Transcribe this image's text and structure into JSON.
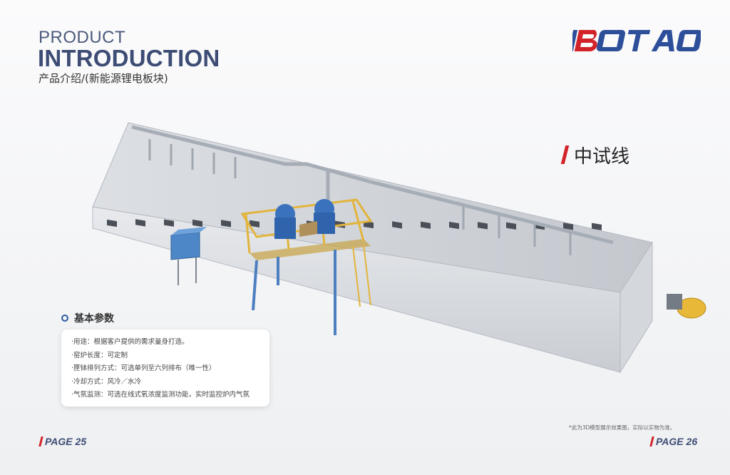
{
  "header": {
    "product": "PRODUCT",
    "introduction": "INTRODUCTION",
    "subtitle": "产品介绍/(新能源锂电板块)"
  },
  "brand": {
    "logo_text": "BOTAO",
    "colors": {
      "red": "#d2232a",
      "blue": "#2d4f9a"
    }
  },
  "section": {
    "title": "中试线"
  },
  "parameters": {
    "heading": "基本参数",
    "items": [
      "·用途：根据客户提供的需求量身打造。",
      "·窑炉长度：可定制",
      "·匣钵排列方式：可选单列至六列排布（唯一性）",
      "·冷却方式：风冷／水冷",
      "·气氛监测：可选在线式氧浓度监测功能，实时监控炉内气氛"
    ]
  },
  "note": "*此为3D模型展示效果图，实际以实物为准。",
  "pages": {
    "left": "PAGE 25",
    "right": "PAGE 26"
  },
  "image": {
    "icon": "kiln-production-line-illustration"
  }
}
